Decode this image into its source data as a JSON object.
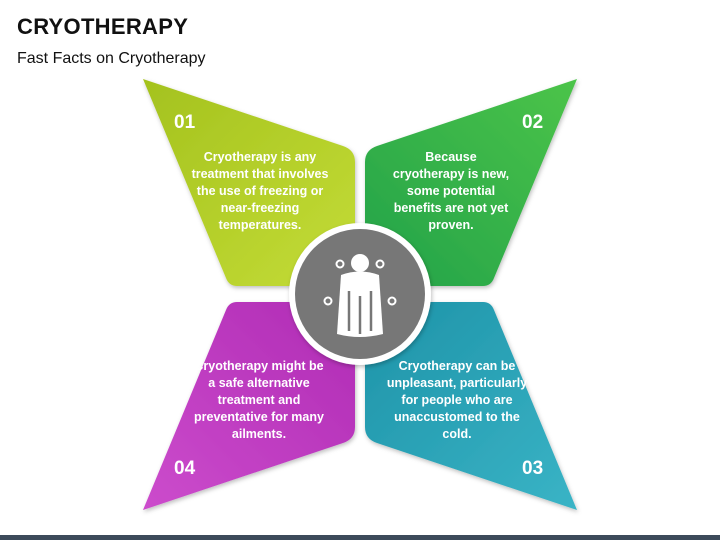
{
  "header": {
    "title": "CRYOTHERAPY",
    "subtitle": "Fast Facts on Cryotherapy"
  },
  "center": {
    "icon": "person-in-cryo-chamber-icon",
    "color": "#777777"
  },
  "items": [
    {
      "number": "01",
      "text": "Cryotherapy is any treatment that involves the use of freezing or near-freezing temperatures.",
      "color_from": "#8cc616",
      "color_to": "#b7d630"
    },
    {
      "number": "02",
      "text": "Because cryotherapy is new, some potential benefits are not yet proven.",
      "color_from": "#22a84a",
      "color_to": "#4cc24a"
    },
    {
      "number": "03",
      "text": "Cryotherapy can be unpleasant, particularly for people who are unaccustomed to the cold.",
      "color_from": "#1f95a8",
      "color_to": "#3ab8c4"
    },
    {
      "number": "04",
      "text": "Cryotherapy might be a safe alternative treatment and preventative for many ailments.",
      "color_from": "#b22cb8",
      "color_to": "#d353cf"
    }
  ]
}
